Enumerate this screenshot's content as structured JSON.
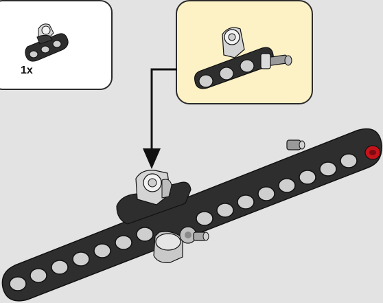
{
  "parts_list": {
    "quantity_label": "1x",
    "part_icon": "technic-beam-3-with-axle-holes"
  },
  "subassembly": {
    "icon": "beam-with-cross-axle-and-connector"
  },
  "main_build": {
    "icon": "long-technic-beam-assembly",
    "accent_color": "#c4141b",
    "arrow_icon": "placement-arrow"
  },
  "colors": {
    "background": "#e3e3e3",
    "callout_bg": "#fdf1c6",
    "beam": "#2e2e2e",
    "hole": "#c8c8c8",
    "pin_red": "#c4141b"
  }
}
